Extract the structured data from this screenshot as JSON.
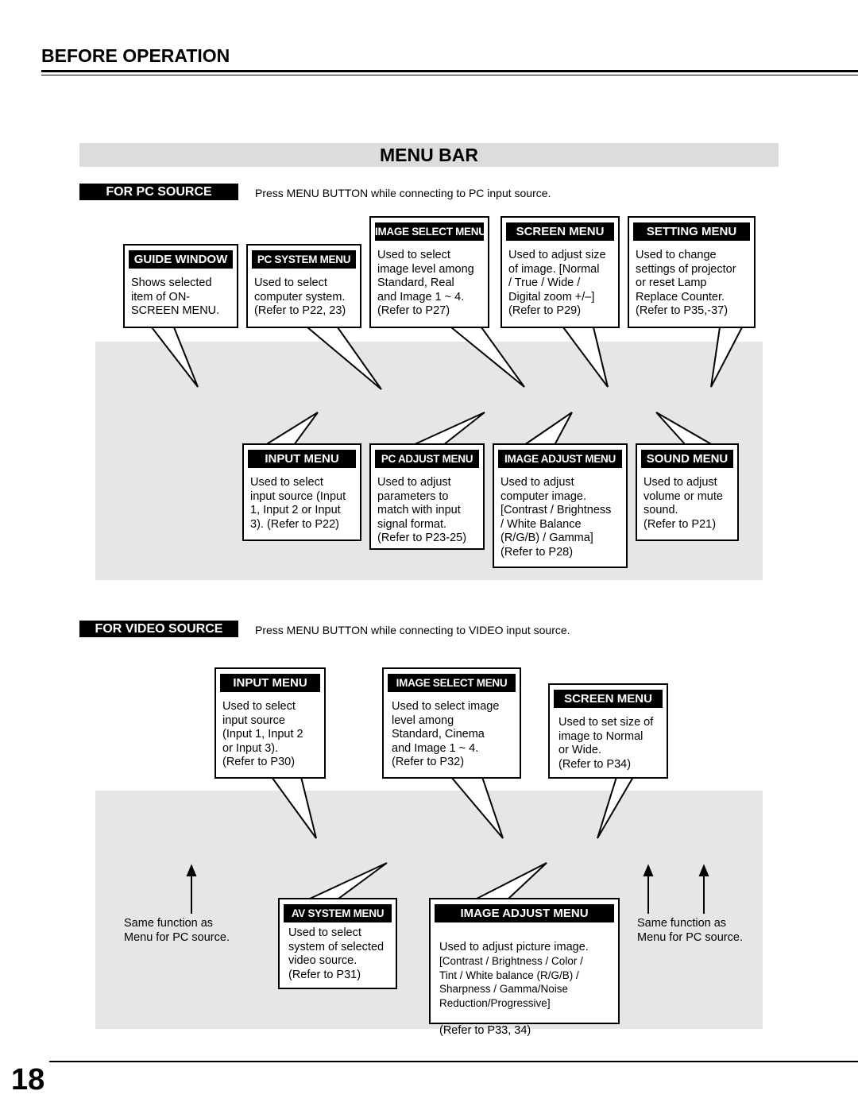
{
  "header": {
    "section_title": "BEFORE OPERATION"
  },
  "menu_bar": {
    "title": "MENU BAR"
  },
  "pc_source": {
    "label": "FOR PC SOURCE",
    "note": "Press MENU BUTTON while connecting to PC input source.",
    "guide_window": {
      "title": "GUIDE WINDOW",
      "text": "Shows selected\nitem of ON-\nSCREEN MENU."
    },
    "pc_system_menu": {
      "title": "PC SYSTEM MENU",
      "text": "Used to select\ncomputer system.\n(Refer to P22, 23)"
    },
    "image_select_menu": {
      "title": "IMAGE SELECT MENU",
      "text": "Used to select\nimage level among\nStandard, Real\nand Image 1 ~ 4.\n(Refer to P27)"
    },
    "screen_menu": {
      "title": "SCREEN MENU",
      "text": "Used to adjust size\nof image.  [Normal\n/ True / Wide /\nDigital zoom +/–]\n(Refer to P29)"
    },
    "setting_menu": {
      "title": "SETTING MENU",
      "text": "Used to change\nsettings of projector\nor reset Lamp\nReplace Counter.\n(Refer to P35,-37)"
    },
    "input_menu": {
      "title": "INPUT MENU",
      "text": "Used to select\ninput source (Input\n1, Input 2 or Input\n3). (Refer to P22)"
    },
    "pc_adjust_menu": {
      "title": "PC ADJUST MENU",
      "text": "Used to adjust\nparameters to\nmatch with input\nsignal format.\n(Refer to P23-25)"
    },
    "image_adjust_menu": {
      "title": "IMAGE ADJUST MENU",
      "text": "Used to adjust\ncomputer image.\n[Contrast / Brightness\n/ White Balance\n(R/G/B) / Gamma]\n(Refer to P28)"
    },
    "sound_menu": {
      "title": "SOUND MENU",
      "text": "Used to adjust\nvolume or mute\nsound.\n(Refer to P21)"
    }
  },
  "video_source": {
    "label": "FOR VIDEO SOURCE",
    "note": "Press MENU BUTTON while connecting to VIDEO input source.",
    "input_menu": {
      "title": "INPUT MENU",
      "text": "Used to select\ninput source\n(Input 1, Input 2\nor Input 3).\n(Refer to P30)"
    },
    "image_select_menu": {
      "title": "IMAGE SELECT MENU",
      "text": "Used to select image\nlevel among\nStandard, Cinema\nand Image 1 ~ 4.\n(Refer to P32)"
    },
    "screen_menu": {
      "title": "SCREEN MENU",
      "text": "Used to set size of\nimage to Normal\nor Wide.\n(Refer to P34)"
    },
    "av_system_menu": {
      "title": "AV SYSTEM MENU",
      "text": "Used to select\nsystem of selected\nvideo source.\n(Refer to P31)"
    },
    "image_adjust_menu": {
      "title": "IMAGE ADJUST MENU",
      "text_main": "Used to adjust picture image.",
      "text_detail": "[Contrast / Brightness / Color /\nTint / White balance (R/G/B) /\nSharpness / Gamma/Noise\nReduction/Progressive]",
      "text_ref": "(Refer to P33, 34)"
    },
    "same_left": "Same function as\nMenu for PC source.",
    "same_right": "Same function as\nMenu for PC source."
  },
  "footer": {
    "page_number": "18"
  }
}
